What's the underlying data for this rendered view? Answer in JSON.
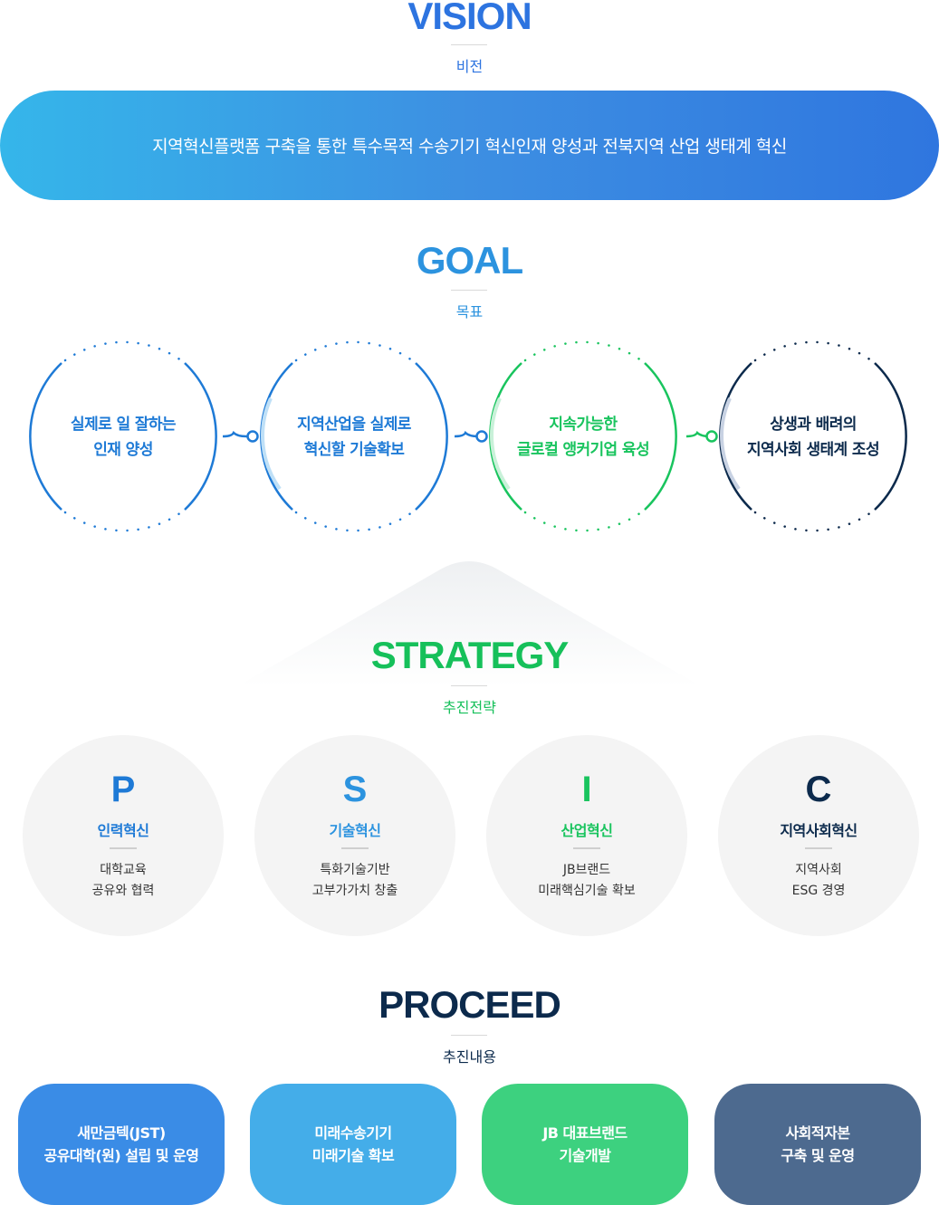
{
  "vision": {
    "title": "VISION",
    "subtitle": "비전",
    "statement": "지역혁신플랫폼 구축을 통한 특수목적 수송기기 혁신인재 양성과 전북지역 산업 생태계 혁신"
  },
  "goal": {
    "title": "GOAL",
    "subtitle": "목표",
    "items": [
      {
        "line1": "실제로 일 잘하는",
        "line2": "인재 양성",
        "color": "#1e7ad6"
      },
      {
        "line1": "지역산업을 실제로",
        "line2": "혁신할 기술확보",
        "color": "#1e7ad6"
      },
      {
        "line1": "지속가능한",
        "line2": "글로컬 앵커기업 육성",
        "color": "#19c45e"
      },
      {
        "line1": "상생과 배려의",
        "line2": "지역사회 생태계 조성",
        "color": "#0c2a4c"
      }
    ]
  },
  "strategy": {
    "title": "STRATEGY",
    "subtitle": "추진전략",
    "items": [
      {
        "letter": "P",
        "name": "인력혁신",
        "desc1": "대학교육",
        "desc2": "공유와 협력",
        "color": "#1e7ad6"
      },
      {
        "letter": "S",
        "name": "기술혁신",
        "desc1": "특화기술기반",
        "desc2": "고부가가치 창출",
        "color": "#2c93df"
      },
      {
        "letter": "I",
        "name": "산업혁신",
        "desc1": "JB브랜드",
        "desc2": "미래핵심기술 확보",
        "color": "#19c45e"
      },
      {
        "letter": "C",
        "name": "지역사회혁신",
        "desc1": "지역사회",
        "desc2": "ESG 경영",
        "color": "#0c2a4c"
      }
    ]
  },
  "proceed": {
    "title": "PROCEED",
    "subtitle": "추진내용",
    "items": [
      {
        "line1": "새만금텍(JST)",
        "line2": "공유대학(원) 설립 및 운영",
        "color": "#3a8ce6"
      },
      {
        "line1": "미래수송기기",
        "line2": "미래기술 확보",
        "color": "#44ade9"
      },
      {
        "line1": "JB 대표브랜드",
        "line2": "기술개발",
        "color": "#3dd17f"
      },
      {
        "line1": "사회적자본",
        "line2": "구축 및 운영",
        "color": "#4d6a8f"
      }
    ]
  },
  "colors": {
    "blue": "#2a7be0",
    "green": "#16c05a",
    "navy": "#0c2a4c"
  }
}
